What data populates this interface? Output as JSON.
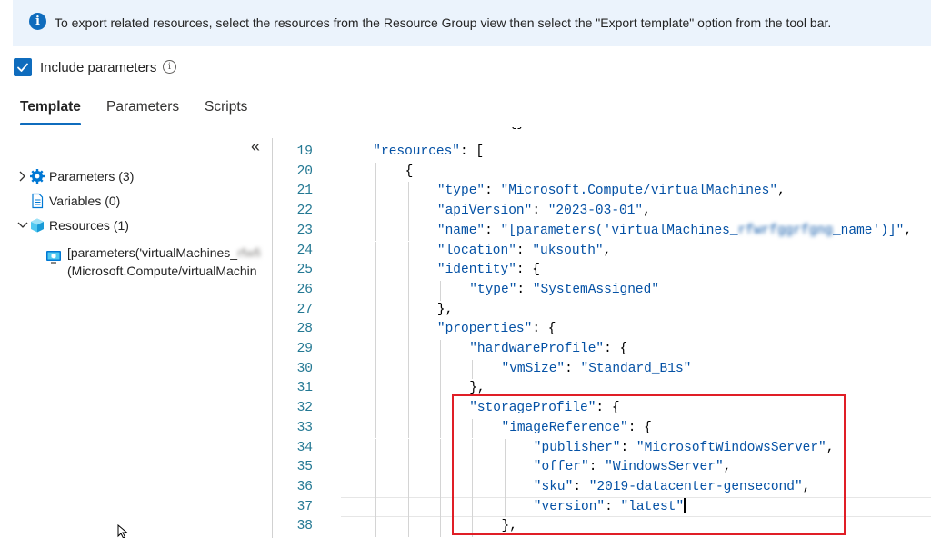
{
  "banner": {
    "text": "To export related resources, select the resources from the Resource Group view then select the \"Export template\" option from the tool bar."
  },
  "include_parameters": {
    "label": "Include parameters",
    "checked": true
  },
  "tabs": [
    {
      "label": "Template",
      "active": true
    },
    {
      "label": "Parameters",
      "active": false
    },
    {
      "label": "Scripts",
      "active": false
    }
  ],
  "tree": {
    "parameters": {
      "label": "Parameters (3)"
    },
    "variables": {
      "label": "Variables (0)"
    },
    "resources": {
      "label": "Resources (1)"
    },
    "resource_item": {
      "line1_prefix": "[parameters('virtualMachines_",
      "line1_blurred": "rfwfi",
      "line2": "(Microsoft.Compute/virtualMachin"
    }
  },
  "editor": {
    "lines": [
      {
        "n": "19",
        "indent": 1,
        "key": "\"resources\"",
        "rest": ": ["
      },
      {
        "n": "20",
        "indent": 2,
        "key": "",
        "rest": "{"
      },
      {
        "n": "21",
        "indent": 3,
        "key": "\"type\"",
        "rest": ": ",
        "value": "\"Microsoft.Compute/virtualMachines\"",
        "tail": ","
      },
      {
        "n": "22",
        "indent": 3,
        "key": "\"apiVersion\"",
        "rest": ": ",
        "value": "\"2023-03-01\"",
        "tail": ","
      },
      {
        "n": "23",
        "indent": 3,
        "key": "\"name\"",
        "rest": ": ",
        "value": "\"[parameters('virtualMachines_",
        "blurred": "rfwrfggrfgng",
        "value2": "_name')]\"",
        "tail": ","
      },
      {
        "n": "24",
        "indent": 3,
        "key": "\"location\"",
        "rest": ": ",
        "value": "\"uksouth\"",
        "tail": ","
      },
      {
        "n": "25",
        "indent": 3,
        "key": "\"identity\"",
        "rest": ": {"
      },
      {
        "n": "26",
        "indent": 4,
        "key": "\"type\"",
        "rest": ": ",
        "value": "\"SystemAssigned\""
      },
      {
        "n": "27",
        "indent": 3,
        "key": "",
        "rest": "},"
      },
      {
        "n": "28",
        "indent": 3,
        "key": "\"properties\"",
        "rest": ": {"
      },
      {
        "n": "29",
        "indent": 4,
        "key": "\"hardwareProfile\"",
        "rest": ": {"
      },
      {
        "n": "30",
        "indent": 5,
        "key": "\"vmSize\"",
        "rest": ": ",
        "value": "\"Standard_B1s\""
      },
      {
        "n": "31",
        "indent": 4,
        "key": "",
        "rest": "},"
      },
      {
        "n": "32",
        "indent": 4,
        "key": "\"storageProfile\"",
        "rest": ": {"
      },
      {
        "n": "33",
        "indent": 5,
        "key": "\"imageReference\"",
        "rest": ": {"
      },
      {
        "n": "34",
        "indent": 6,
        "key": "\"publisher\"",
        "rest": ": ",
        "value": "\"MicrosoftWindowsServer\"",
        "tail": ","
      },
      {
        "n": "35",
        "indent": 6,
        "key": "\"offer\"",
        "rest": ": ",
        "value": "\"WindowsServer\"",
        "tail": ","
      },
      {
        "n": "36",
        "indent": 6,
        "key": "\"sku\"",
        "rest": ": ",
        "value": "\"2019-datacenter-gensecond\"",
        "tail": ","
      },
      {
        "n": "37",
        "indent": 6,
        "key": "\"version\"",
        "rest": ": ",
        "value": "\"latest\"",
        "caret": true
      },
      {
        "n": "38",
        "indent": 5,
        "key": "",
        "rest": "},"
      }
    ]
  },
  "colors": {
    "accent": "#0f6cbd",
    "banner_bg": "#ebf3fc",
    "line_number": "#237893",
    "json_string": "#0451a5",
    "highlight_box": "#e01e26"
  }
}
